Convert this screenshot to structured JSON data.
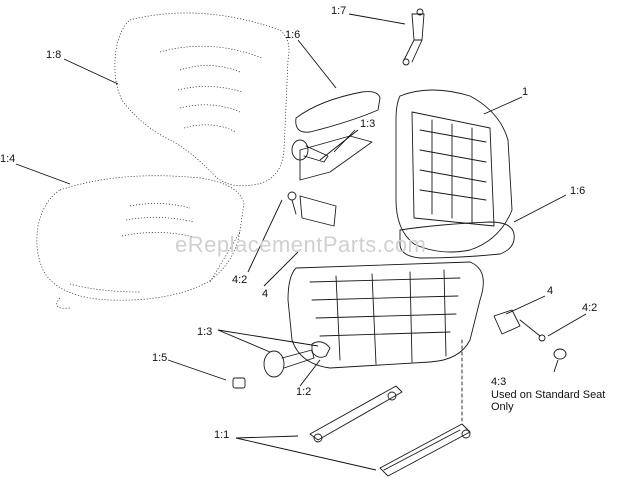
{
  "callouts": {
    "c1": "1",
    "c17": "1:7",
    "c16a": "1:6",
    "c18": "1:8",
    "c13a": "1:3",
    "c14": "1:4",
    "c16b": "1:6",
    "c42a": "4:2",
    "c4a": "4",
    "c4b": "4",
    "c42b": "4:2",
    "c13b": "1:3",
    "c15": "1:5",
    "c12": "1:2",
    "c43": "4:3",
    "c11": "1:1"
  },
  "note": {
    "line1": "Used on Standard Seat",
    "line2": "Only"
  },
  "watermark": "eReplacementParts.com"
}
